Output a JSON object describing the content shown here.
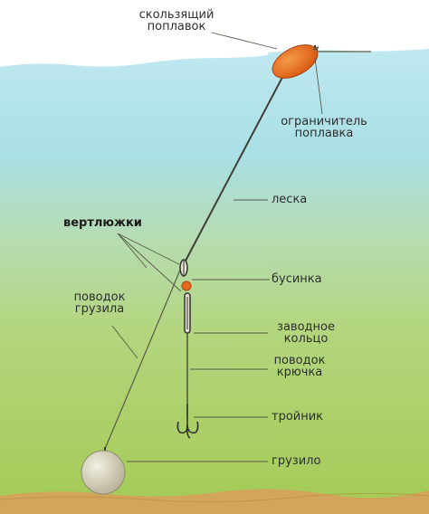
{
  "labels": {
    "float_line1": "скользящий",
    "float_line2": "поплавок",
    "stopper_line1": "ограничитель",
    "stopper_line2": "поплавка",
    "line": "леска",
    "swivels": "вертлюжки",
    "leader_line1": "поводок",
    "leader_line2": "грузила",
    "bead": "бусинка",
    "ring_line1": "заводное",
    "ring_line2": "кольцо",
    "hook_leader_line1": "поводок",
    "hook_leader_line2": "крючка",
    "treble": "тройник",
    "sinker": "грузило"
  },
  "colors": {
    "water_top": "#a9dfe9",
    "water_bottom": "#a9cf5a",
    "sand": "#d2a65a",
    "float": "#e8681c",
    "line": "#5a5a4a",
    "sinker": "#dcd6bc",
    "bead": "#e8681c"
  }
}
